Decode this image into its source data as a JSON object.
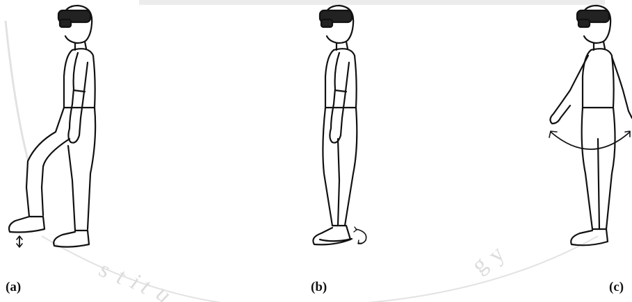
{
  "panels": [
    {
      "label": "(a)",
      "motion": "foot-lift",
      "arrow": "vertical-double-arrow"
    },
    {
      "label": "(b)",
      "motion": "heel-rotation",
      "arrow": "curved-rotation-arrow"
    },
    {
      "label": "(c)",
      "motion": "arm-swing",
      "arrow": "curved-double-arrow"
    }
  ],
  "colors": {
    "ink": "#111111",
    "watermark": "#d9d9d9",
    "background": "#ffffff"
  }
}
